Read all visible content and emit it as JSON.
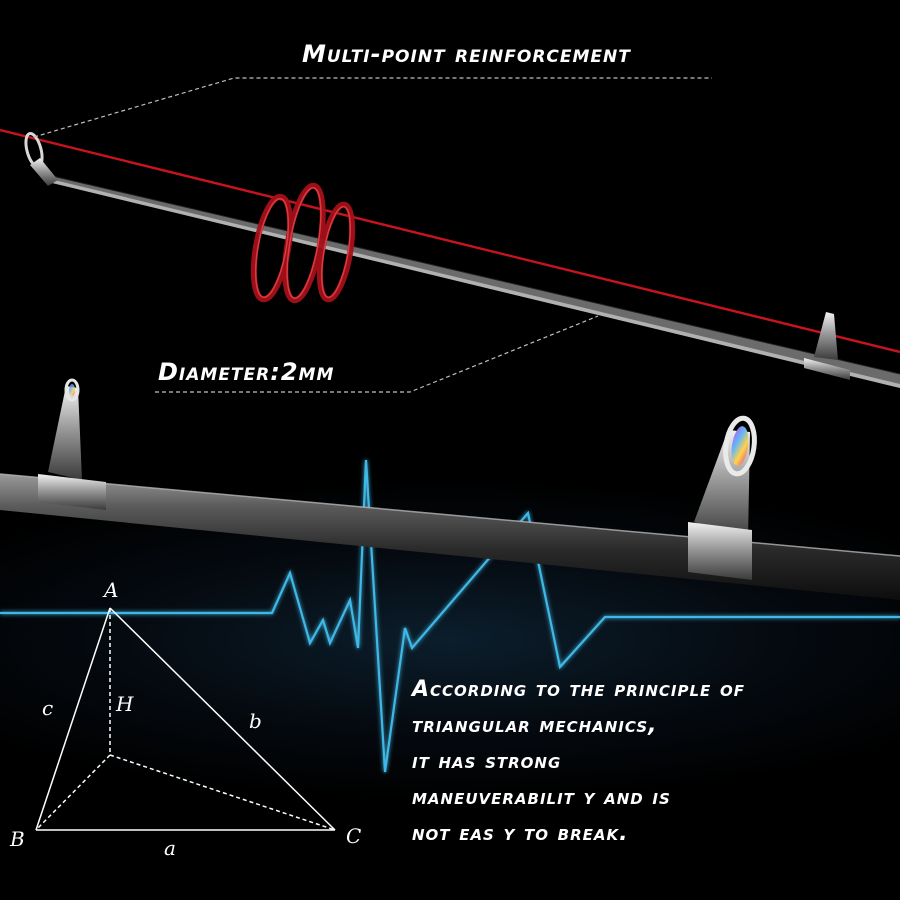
{
  "headings": {
    "reinforcement": "Multi-point reinforcement",
    "diameter": "Diameter:2mm"
  },
  "description": {
    "lines": [
      "According to the principle of",
      "triangular mechanics,",
      "it has strong",
      "maneuverabilit y and is",
      "not eas y to break."
    ]
  },
  "triangle": {
    "vertices": {
      "A": "A",
      "B": "B",
      "C": "C"
    },
    "sides": {
      "a": "a",
      "b": "b",
      "c": "c"
    },
    "height": "H"
  },
  "colors": {
    "background": "#000000",
    "fishing_line": "#c8141e",
    "reinforcement_rings": "#a5101a",
    "pulse_line": "#3fb8e6",
    "text": "#ffffff",
    "dashed_leader": "#bfbfbf"
  }
}
